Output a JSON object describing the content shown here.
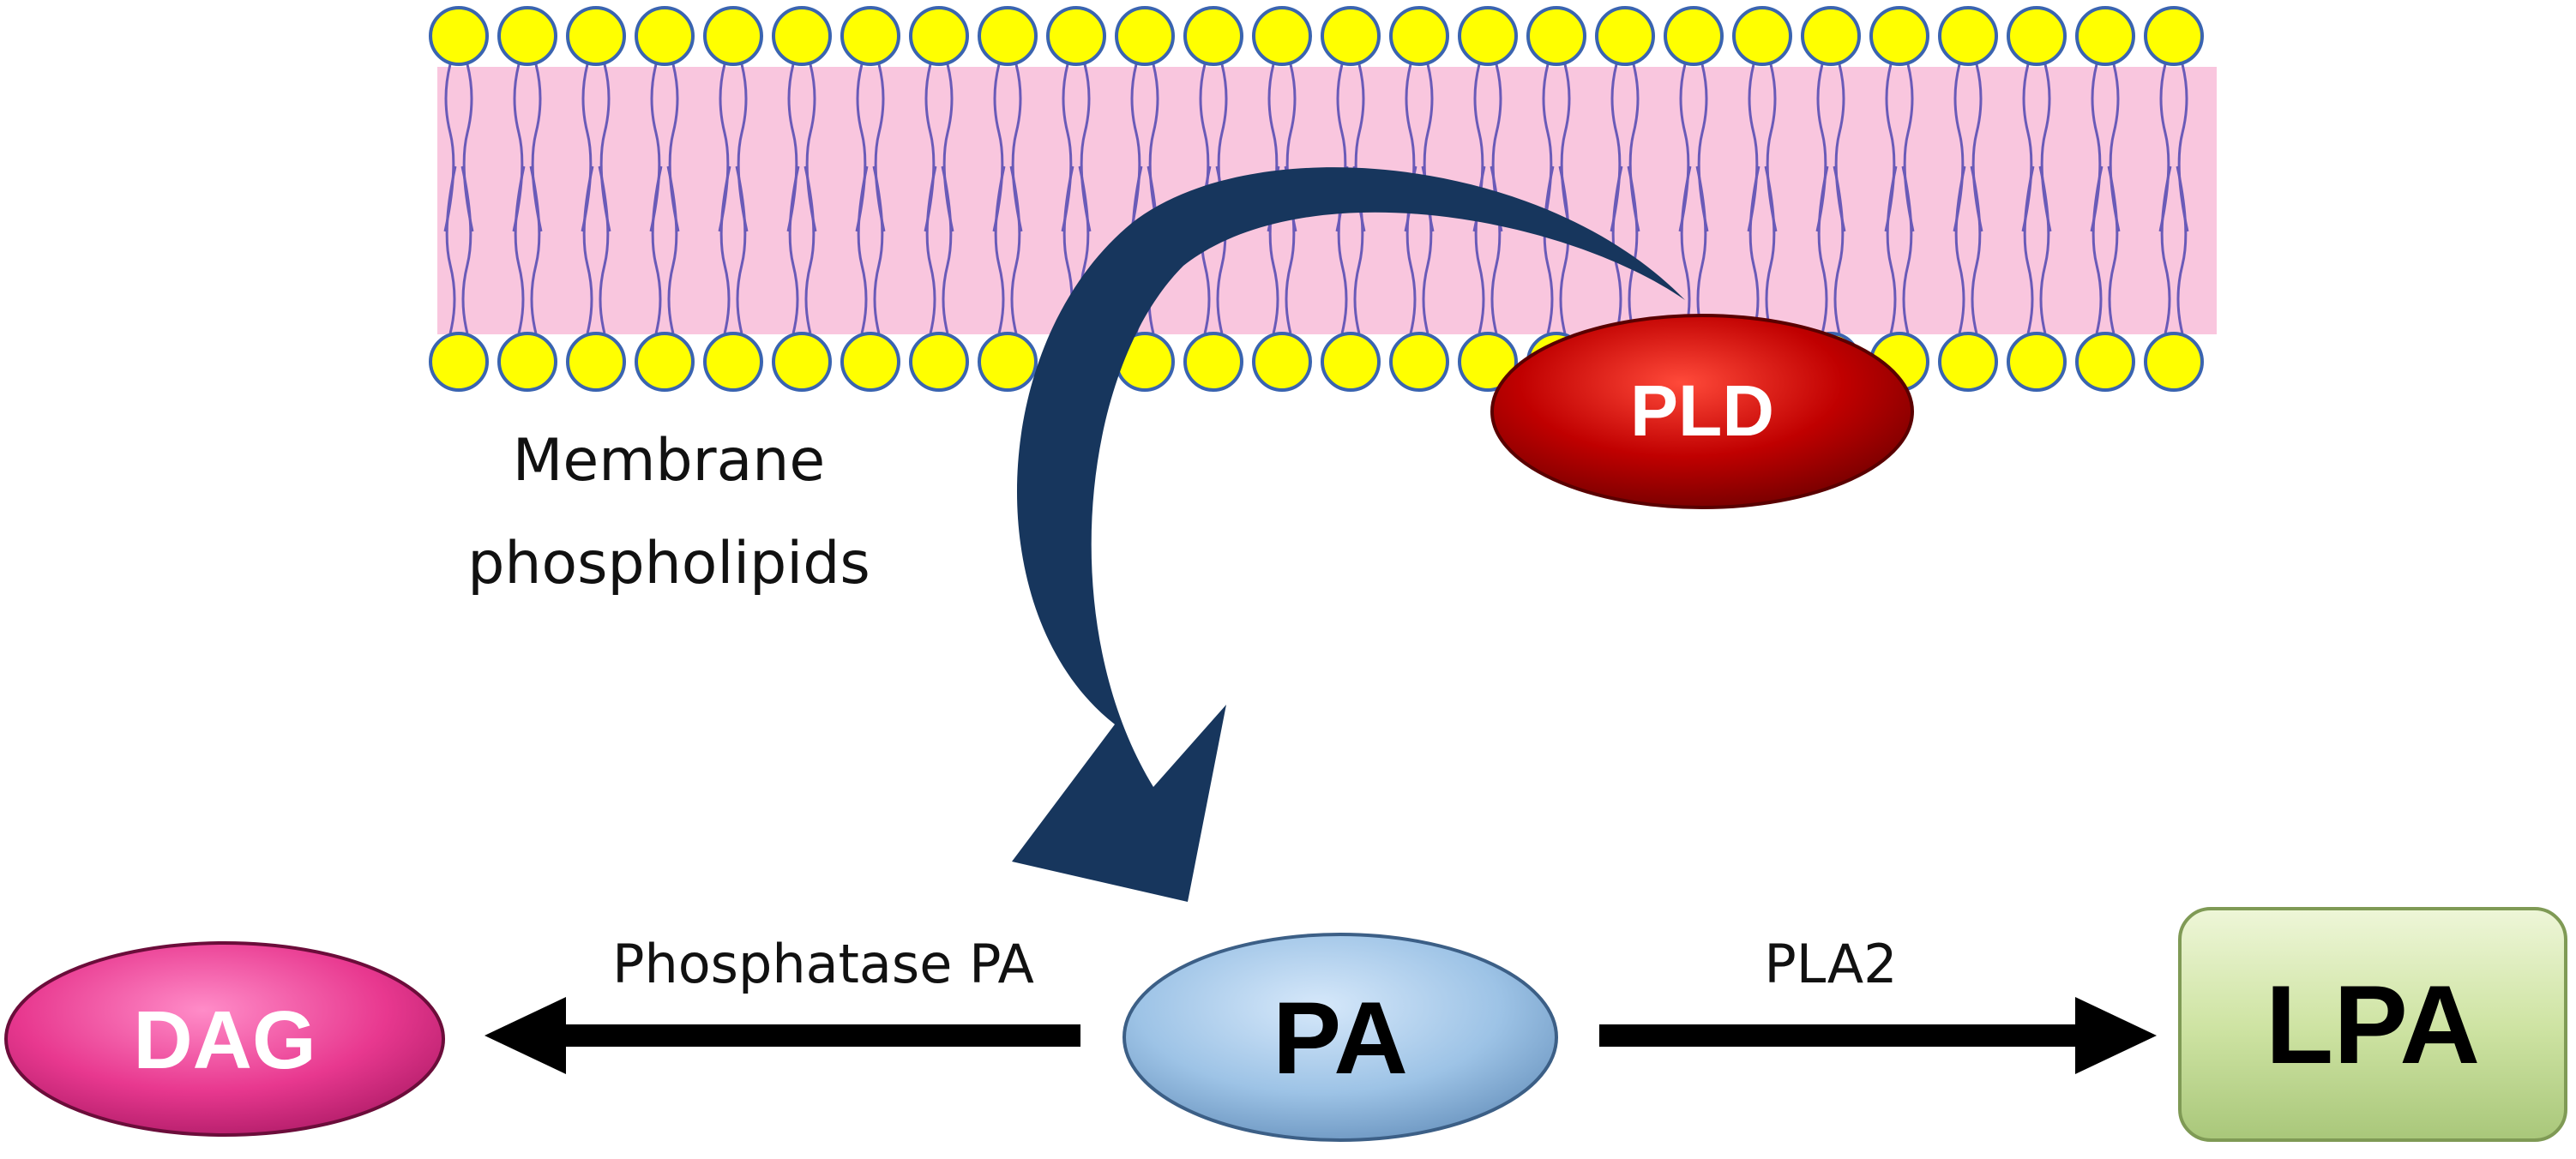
{
  "membrane": {
    "label_line1": "Membrane",
    "label_line2": "phospholipids",
    "bilayer_color": "#f9c6de",
    "head_color": "#ffff00",
    "head_outline": "#3a64b0",
    "tail_color": "#6a5ab8"
  },
  "nodes": {
    "pld": {
      "label": "PLD",
      "fill": "#c00000",
      "text_color": "#ffffff"
    },
    "pa": {
      "label": "PA",
      "fill": "#9dc3e6",
      "text_color": "#000000"
    },
    "dag": {
      "label": "DAG",
      "fill": "#e8388f",
      "text_color": "#ffffff"
    },
    "lpa": {
      "label": "LPA",
      "fill": "#cfe4a4",
      "text_color": "#000000"
    }
  },
  "edges": {
    "pa_to_dag": {
      "label": "Phosphatase PA"
    },
    "pa_to_lpa": {
      "label": "PLA2"
    },
    "pld_to_pa": {
      "color": "#17365d"
    }
  }
}
